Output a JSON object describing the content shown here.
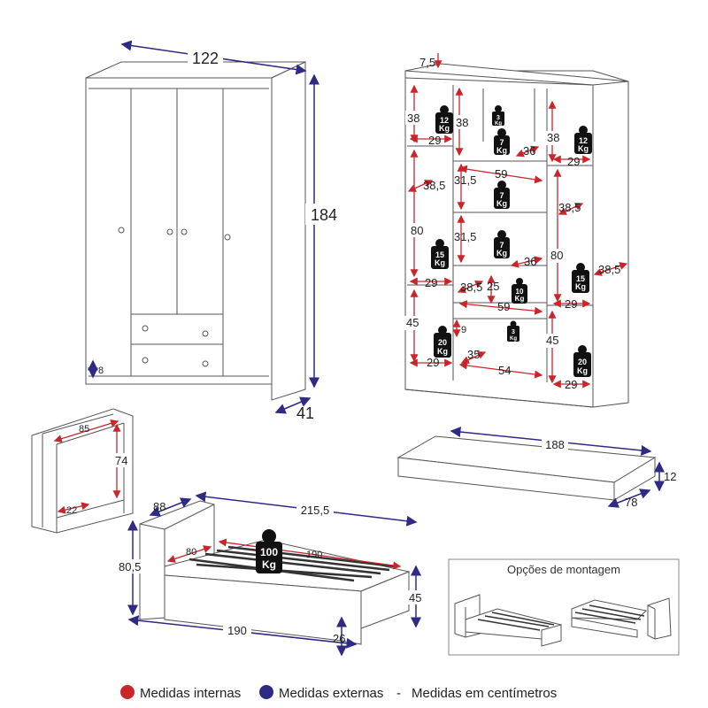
{
  "wardrobe_front": {
    "width": "122",
    "height": "184",
    "depth": "41",
    "plinth": "8"
  },
  "wardrobe_inside": {
    "top_gap": "7,5",
    "left_top_h": "38",
    "left_top_w": "29",
    "left_top_kg": "12",
    "left_mid_h": "80",
    "left_mid_w": "29",
    "left_mid_depth": "38,5",
    "left_mid_kg": "15",
    "left_bot_h": "45",
    "left_bot_w": "29",
    "left_bot_kg": "20",
    "center_top_h": "38",
    "center_top_kg_small": "3",
    "center_top_kg": "7",
    "center_top_depth": "36",
    "center_w": "59",
    "center_shelf1_h": "31,5",
    "center_shelf1_kg": "7",
    "center_shelf2_h": "31,5",
    "center_shelf2_kg": "7",
    "center_shelf2_depth": "36",
    "center_drawer_depth": "38,5",
    "center_drawer_h": "25",
    "center_drawer_kg": "10",
    "center_drawer_w": "59",
    "center_small_h": "9",
    "center_small_kg": "3",
    "center_bot_depth": "35",
    "center_bot_w": "54",
    "right_top_h": "38",
    "right_top_w": "29",
    "right_top_kg": "12",
    "right_mid_h": "80",
    "right_mid_w": "29",
    "right_mid_depth": "38,5",
    "right_mid_kg": "15",
    "right_bot_h": "45",
    "right_bot_w": "29",
    "right_bot_kg": "20",
    "side_depth": "38,5",
    "unit": "Kg"
  },
  "headboard": {
    "width": "85",
    "height": "74",
    "depth": "22"
  },
  "mattress": {
    "length": "188",
    "height": "12",
    "width": "78"
  },
  "bed": {
    "head_width": "88",
    "length": "215,5",
    "head_height": "80,5",
    "inner_width": "80",
    "inner_length": "190",
    "load": "100",
    "load_unit": "Kg",
    "side_height": "45",
    "outer_length": "190",
    "leg_height": "26"
  },
  "assembly": {
    "title": "Opções de montagem"
  },
  "legend": {
    "internal": "Medidas internas",
    "external": "Medidas externas",
    "separator": "-",
    "units": "Medidas em centímetros",
    "internal_color": "#c9262c",
    "external_color": "#2e2a85"
  }
}
